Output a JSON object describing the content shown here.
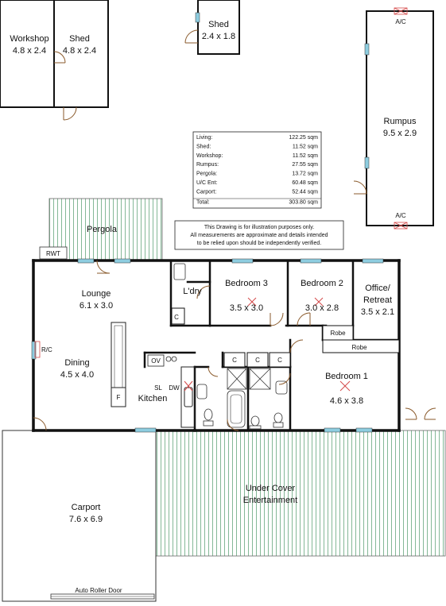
{
  "rooms": {
    "workshop": {
      "name": "Workshop",
      "dims": "4.8 x 2.4"
    },
    "shed_left": {
      "name": "Shed",
      "dims": "4.8 x 2.4"
    },
    "shed_small": {
      "name": "Shed",
      "dims": "2.4 x 1.8"
    },
    "rumpus": {
      "name": "Rumpus",
      "dims": "9.5 x 2.9"
    },
    "pergola": {
      "name": "Pergola"
    },
    "lounge": {
      "name": "Lounge",
      "dims": "6.1 x 3.0"
    },
    "dining": {
      "name": "Dining",
      "dims": "4.5 x 4.0"
    },
    "laundry": {
      "name": "L'dry"
    },
    "bedroom3": {
      "name": "Bedroom 3",
      "dims": "3.5 x 3.0"
    },
    "bedroom2": {
      "name": "Bedroom 2",
      "dims": "3.0 x 2.8"
    },
    "office": {
      "name_line1": "Office/",
      "name_line2": "Retreat",
      "dims": "3.5 x 2.1"
    },
    "bedroom1": {
      "name": "Bedroom 1",
      "dims": "4.6 x 3.8"
    },
    "kitchen": {
      "name": "Kitchen"
    },
    "uce": {
      "name_line1": "Under Cover",
      "name_line2": "Entertainment"
    },
    "carport": {
      "name": "Carport",
      "dims": "7.6 x 6.9"
    }
  },
  "labels": {
    "ac_top": "A/C",
    "ac_bottom": "A/C",
    "rwt": "RWT",
    "rc": "R/C",
    "robe_upper": "Robe",
    "robe_lower": "Robe",
    "cupboard": "C",
    "oven": "OV",
    "dishwasher": "DW",
    "sink": "SL",
    "fridge": "F",
    "auto_roller_door": "Auto Roller Door"
  },
  "area_table": {
    "rows": [
      {
        "label": "Living:",
        "value": "122.25 sqm"
      },
      {
        "label": "Shed:",
        "value": "11.52 sqm"
      },
      {
        "label": "Workshop:",
        "value": "11.52 sqm"
      },
      {
        "label": "Rumpus:",
        "value": "27.55 sqm"
      },
      {
        "label": "Pergola:",
        "value": "13.72 sqm"
      },
      {
        "label": "U/C Ent:",
        "value": "60.48 sqm"
      },
      {
        "label": "Carport:",
        "value": "52.44 sqm"
      },
      {
        "label": "Total:",
        "value": "303.80 sqm"
      }
    ]
  },
  "disclaimer": {
    "line1": "This Drawing is for illustration purposes only.",
    "line2": "All measurements are approximate and details intended",
    "line3": "to be relied upon should be independently verified."
  },
  "colors": {
    "wall": "#111111",
    "hatch": "#4f9a6a",
    "window": "#8ecde0",
    "door": "#8a5a2b",
    "light_fixture": "#d44a4a"
  }
}
